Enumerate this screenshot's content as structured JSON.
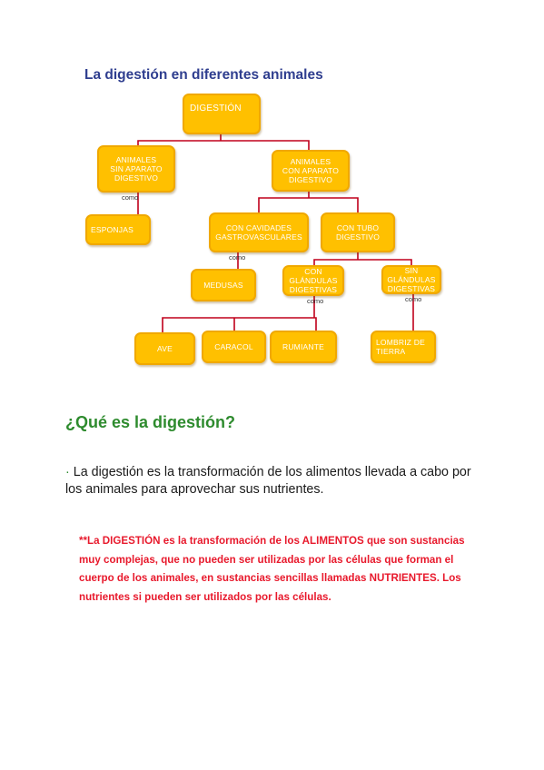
{
  "diagram": {
    "title": "La digestión en diferentes animales",
    "nodes": {
      "digestion": "DIGESTIÓN",
      "sin_aparato": "ANIMALES\nSIN APARATO\nDIGESTIVO",
      "con_aparato": "ANIMALES\nCON APARATO\nDIGESTIVO",
      "esponjas": "ESPONJAS",
      "cavidades": "CON CAVIDADES\nGASTROVASCULARES",
      "tubo": "CON TUBO\nDIGESTIVO",
      "medusas": "MEDUSAS",
      "con_glandulas": "CON\nGLÁNDULAS\nDIGESTIVAS",
      "sin_glandulas": "SIN\nGLÁNDULAS\nDIGESTIVAS",
      "ave": "AVE",
      "caracol": "CARACOL",
      "rumiante": "RUMIANTE",
      "lombriz": "LOMBRIZ DE\nTIERRA"
    },
    "connector_word": "como"
  },
  "section": {
    "question": "¿Qué es la digestión?",
    "bullet": "·",
    "definition": "La digestión es la transformación de los alimentos llevada a cabo por los animales para aprovechar sus nutrientes.",
    "note": "**La DIGESTIÓN  es la transformación de los ALIMENTOS que son sustancias muy complejas, que no pueden ser utilizadas por las células que forman el cuerpo de los animales, en sustancias sencillas llamadas NUTRIENTES. Los nutrientes si pueden ser utilizados por las células."
  },
  "colors": {
    "node_fill": "#ffc000",
    "connector_line": "#c0001b",
    "title": "#2f3e8f",
    "question": "#2e8b2e",
    "note": "#e8192c"
  }
}
